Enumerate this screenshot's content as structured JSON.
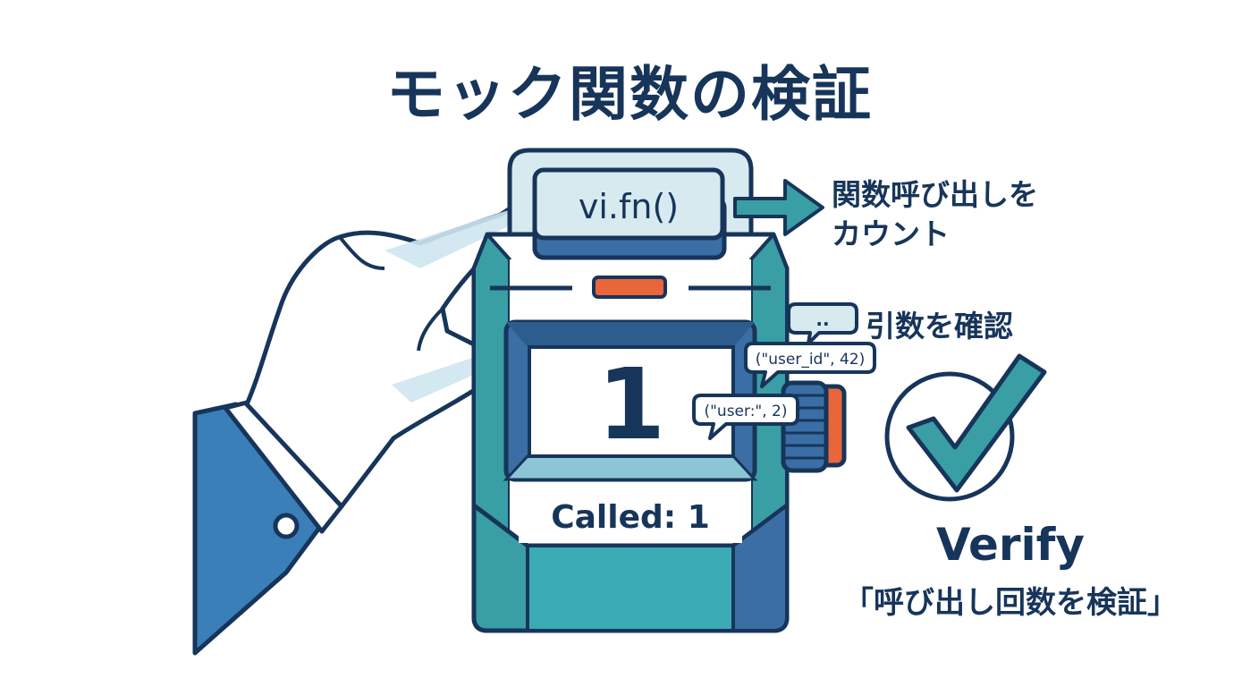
{
  "title": "モック関数の検証",
  "device": {
    "button_label": "vi.fn()",
    "display_value": "1",
    "called_label": "Called: 1"
  },
  "annotations": {
    "count_line1": "関数呼び出しを",
    "count_line2": "カウント",
    "args_label": "引数を確認",
    "speech_dots": "..",
    "arg_bubble_1": "(\"user_id\", 42)",
    "arg_bubble_2": "(\"user:\", 2)"
  },
  "verify": {
    "title": "Verify",
    "subtitle": "「呼び出し回数を検証」"
  },
  "colors": {
    "navy": "#17355a",
    "teal": "#3a9ea5",
    "blue": "#3a6ea5",
    "light_blue": "#d6eaf0",
    "orange": "#e8663a"
  }
}
